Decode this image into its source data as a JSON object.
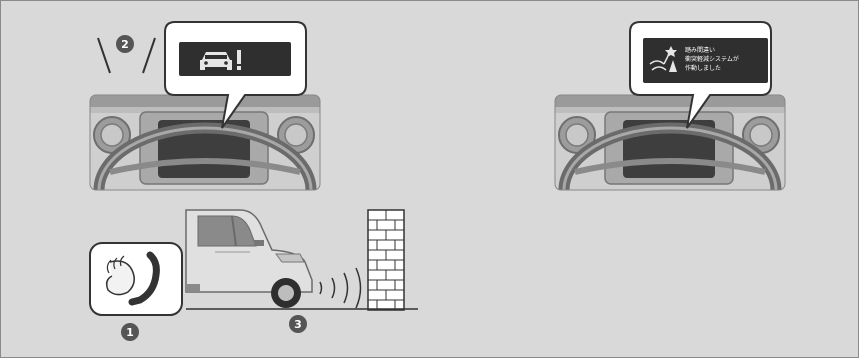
{
  "callouts": [
    {
      "id": "1",
      "label": "1"
    },
    {
      "id": "2",
      "label": "2"
    },
    {
      "id": "3",
      "label": "3"
    }
  ],
  "display_message": {
    "line1": "踏み間違い",
    "line2": "衝突軽減システムが",
    "line3": "作動しました"
  },
  "colors": {
    "background": "#d9d9d9",
    "display": "#2f2f2f",
    "callout": "#555555"
  },
  "icons": [
    "car-warning-icon",
    "pedal-misapplication-icon",
    "foot-on-pedal-icon",
    "brick-wall-icon",
    "sound-wave-icon"
  ]
}
